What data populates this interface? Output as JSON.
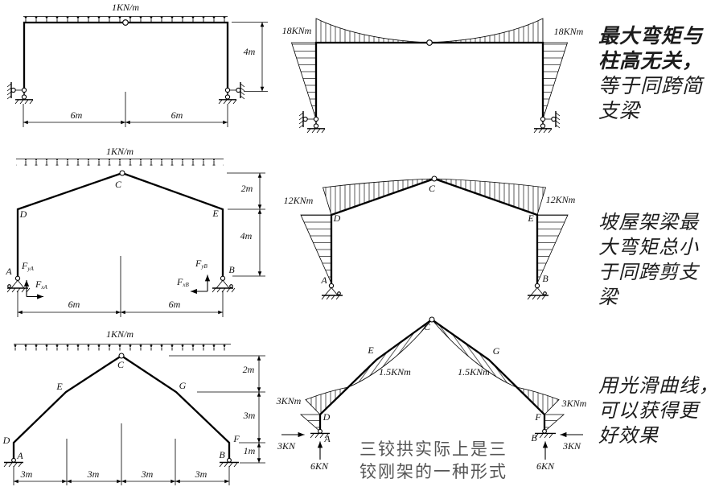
{
  "palette": {
    "ink": "#000000",
    "caption_gray": "#555555",
    "paper": "#ffffff"
  },
  "row1": {
    "frame": {
      "load": "1KN/m",
      "dim_h": "4m",
      "dim_l": "6m",
      "dim_r": "6m"
    },
    "moment": {
      "left": "18KNm",
      "right": "18KNm"
    },
    "note": {
      "bold": "最大弯矩与\n柱高无关，",
      "rest": "等于同跨简\n支梁"
    }
  },
  "row2": {
    "frame": {
      "load": "1KN/m",
      "C": "C",
      "D": "D",
      "E": "E",
      "A": "A",
      "B": "B",
      "FyA": {
        "m": "F",
        "s": "yA"
      },
      "FxA": {
        "m": "F",
        "s": "xA"
      },
      "FyB": {
        "m": "F",
        "s": "yB"
      },
      "FxB": {
        "m": "F",
        "s": "xB"
      },
      "dim_top": "2m",
      "dim_mid": "4m",
      "dim_l": "6m",
      "dim_r": "6m"
    },
    "moment": {
      "left": "12KNm",
      "right": "12KNm",
      "C": "C",
      "D": "D",
      "E": "E",
      "A": "A",
      "B": "B"
    },
    "note": {
      "text": "坡屋架梁最\n大弯矩总小\n于同跨剪支\n梁"
    }
  },
  "row3": {
    "frame": {
      "load": "1KN/m",
      "C": "C",
      "E": "E",
      "G": "G",
      "D": "D",
      "F": "F",
      "A": "A",
      "B": "B",
      "dim_2m": "2m",
      "dim_3m": "3m",
      "dim_1m": "1m",
      "b1": "3m",
      "b2": "3m",
      "b3": "3m",
      "b4": "3m"
    },
    "moment": {
      "C": "C",
      "E": "E",
      "G": "G",
      "D": "D",
      "F": "F",
      "A": "A",
      "B": "B",
      "m_left": "3KNm",
      "m_right": "3KNm",
      "r_left": "1.5KNm",
      "r_right": "1.5KNm",
      "h_left": "3KN",
      "h_right": "3KN",
      "v_left": "6KN",
      "v_right": "6KN"
    },
    "note": {
      "text": "用光滑曲线，\n可以获得更\n好效果"
    },
    "caption": {
      "text": "三铰拱实际上是三\n铰刚架的一种形式"
    }
  }
}
